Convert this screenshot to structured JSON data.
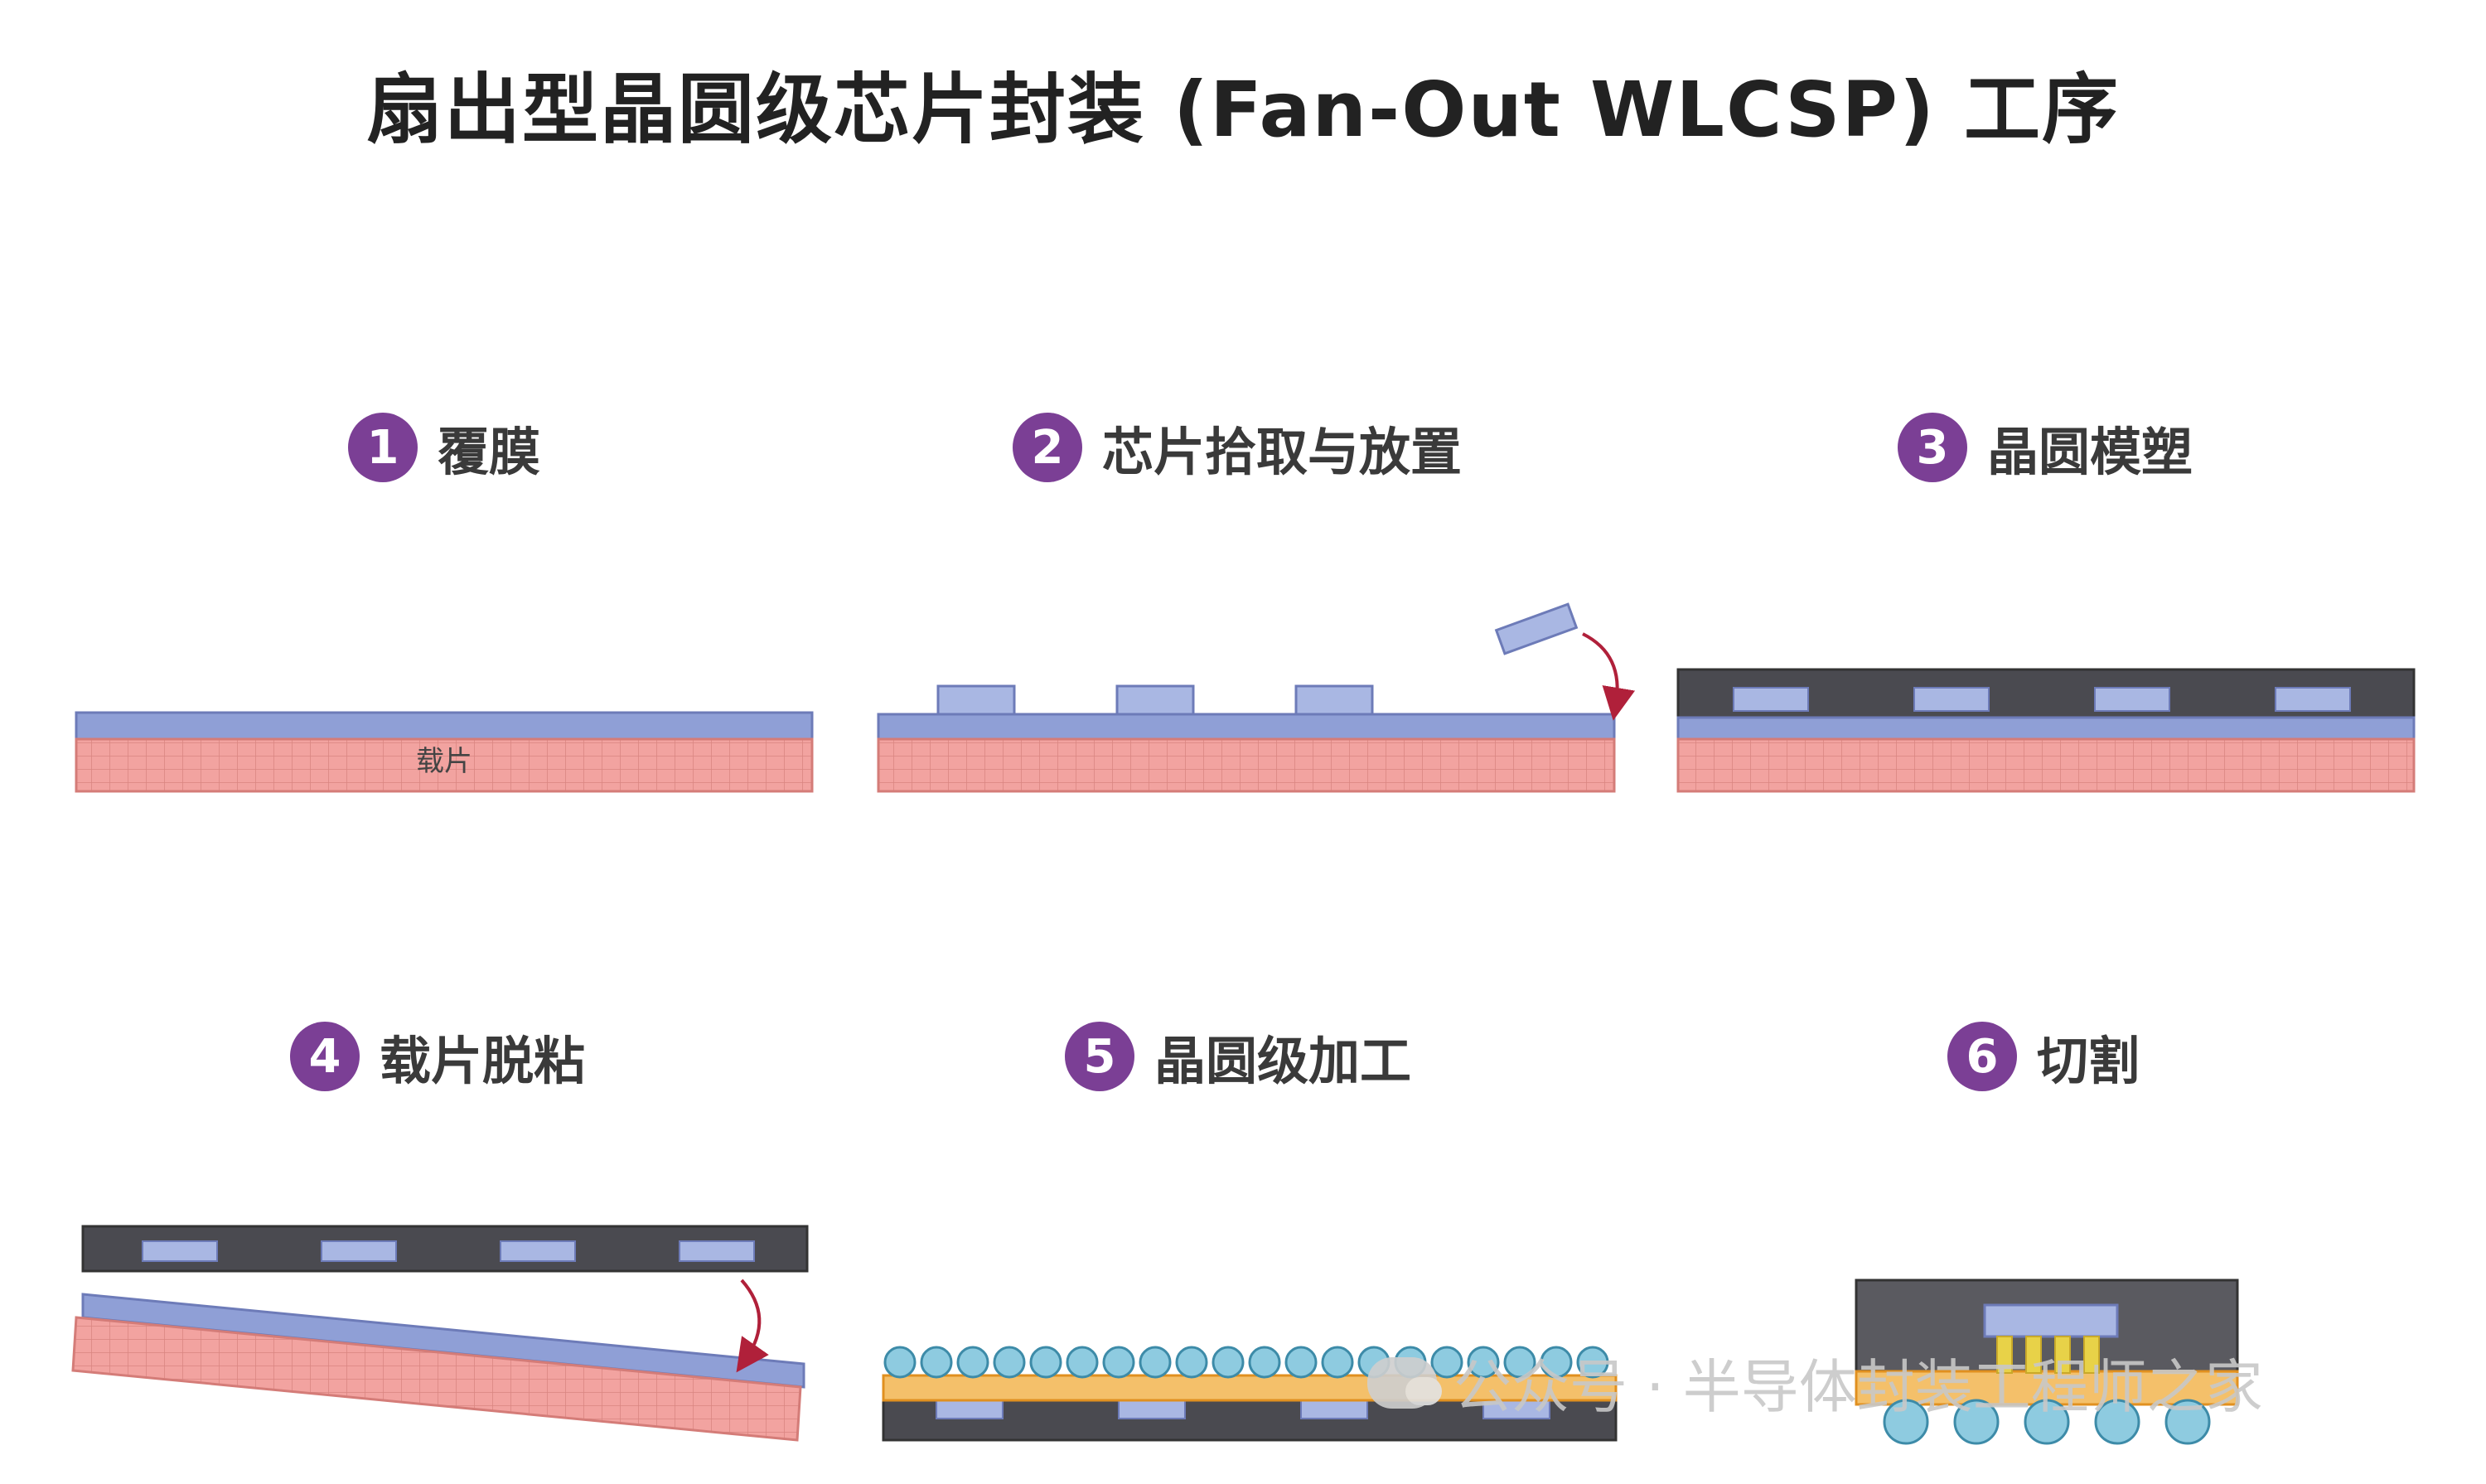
{
  "title": "扇出型晶圆级芯片封装 (Fan-Out WLCSP) 工序",
  "steps": [
    {
      "num": "1",
      "label": "覆膜"
    },
    {
      "num": "2",
      "label": "芯片拾取与放置"
    },
    {
      "num": "3",
      "label": "晶圆模塑"
    },
    {
      "num": "4",
      "label": "载片脱粘"
    },
    {
      "num": "5",
      "label": "晶圆级加工"
    },
    {
      "num": "6",
      "label": "切割"
    }
  ],
  "carrier_label": "载片",
  "watermark": "公众号 · 半导体封装工程师之家",
  "colors": {
    "badge": "#7b3f95",
    "carrier": "#f2a3a0",
    "carrier_grid": "#d98580",
    "film": "#8f9fd6",
    "mold": "#4a4a50",
    "chip": "#a9b7e3",
    "arrow": "#b0203a",
    "solder": "#8ecbe0",
    "rdl": "#f0a020",
    "bump": "#e8d248"
  }
}
